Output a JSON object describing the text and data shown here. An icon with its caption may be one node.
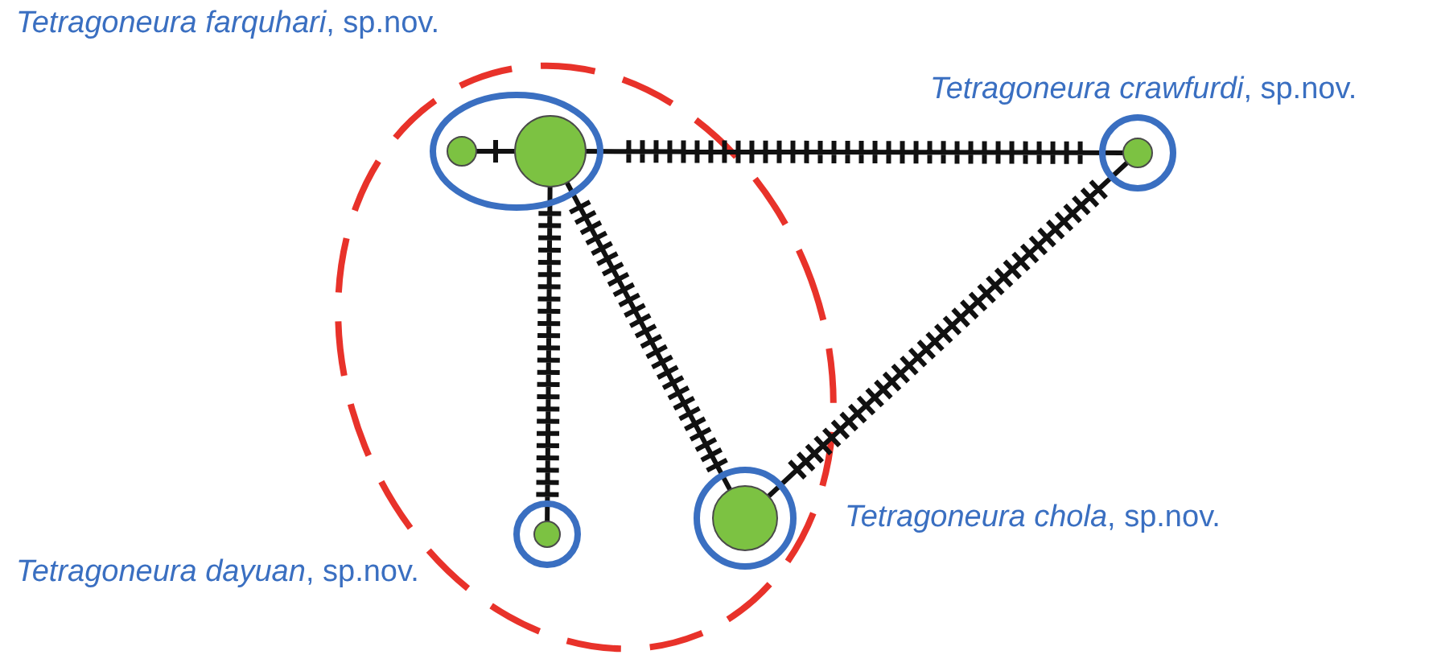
{
  "diagram": {
    "nodes": [
      {
        "text": [
          "*Tetragoneura farquhari*, sp.nov."
        ]
      },
      {
        "text": [],
        "shape": "circle",
        "in": 0
      },
      {
        "text": [],
        "shape": "circle",
        "in": 0
      },
      {
        "text": [
          "*Tetragoneura crawfurdi*, sp.nov."
        ]
      },
      {
        "text": [],
        "shape": "circle",
        "in": 3
      },
      {
        "text": [
          "*Tetragoneura chola*, sp.nov."
        ]
      },
      {
        "text": [],
        "shape": "circle",
        "in": 5
      },
      {
        "text": [
          "*Tetragoneura dayuan*, sp.nov."
        ]
      },
      {
        "text": [],
        "shape": "circle",
        "in": 7
      }
    ],
    "edges": [
      {
        "from": 1,
        "to": 2,
        "arrow": "none"
      },
      {
        "from": 2,
        "to": 4,
        "arrow": "none"
      },
      {
        "from": 2,
        "to": 8,
        "arrow": "none"
      },
      {
        "from": 2,
        "to": 6,
        "arrow": "none"
      },
      {
        "from": 6,
        "to": 4,
        "arrow": "none"
      }
    ]
  }
}
